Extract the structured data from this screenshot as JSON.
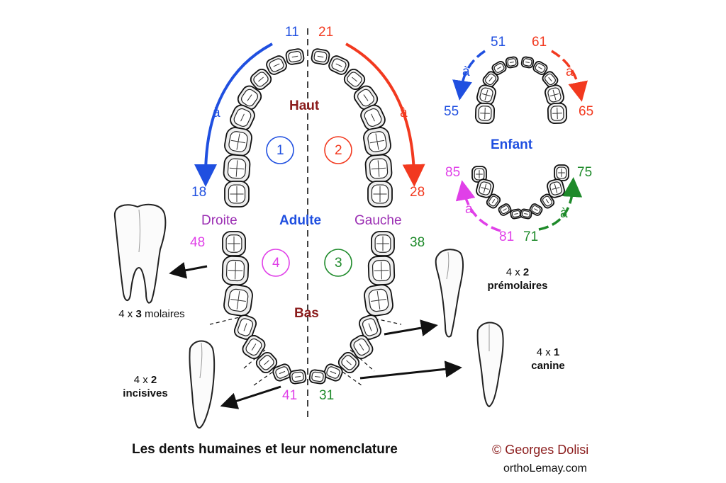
{
  "colors": {
    "blue": "#1f4fe0",
    "red": "#f2391f",
    "magenta": "#e040e8",
    "green": "#1e8a2a",
    "purple": "#9b2eb3",
    "maroon": "#8b1c1c",
    "dark": "#111111"
  },
  "adult": {
    "top_left_start": "11",
    "top_right_start": "21",
    "top_left_end": "18",
    "top_right_end": "28",
    "bottom_left_start": "48",
    "bottom_right_start": "38",
    "bottom_left_end": "41",
    "bottom_right_end": "31",
    "connector": "à",
    "upper": "Haut",
    "lower": "Bas",
    "right": "Droite",
    "center": "Adulte",
    "left": "Gauche",
    "quadrants": [
      "1",
      "2",
      "3",
      "4"
    ]
  },
  "child": {
    "label": "Enfant",
    "upper_left_start": "51",
    "upper_right_start": "61",
    "upper_left_end": "55",
    "upper_right_end": "65",
    "lower_left_end": "85",
    "lower_right_end": "75",
    "lower_left_start": "81",
    "lower_right_start": "71",
    "connector": "à"
  },
  "captions": {
    "molars": {
      "count": "4 x ",
      "n": "3",
      "word": " molaires"
    },
    "premolars": {
      "count": "4 x ",
      "n": "2",
      "word": "prémolaires"
    },
    "incisors": {
      "count": "4 x ",
      "n": "2",
      "word": "incisives"
    },
    "canine": {
      "count": "4 x ",
      "n": "1",
      "word": "canine"
    }
  },
  "footer": {
    "title": "Les dents humaines et leur nomenclature",
    "credit": "© Georges Dolisi",
    "site": "orthoLemay.com"
  }
}
